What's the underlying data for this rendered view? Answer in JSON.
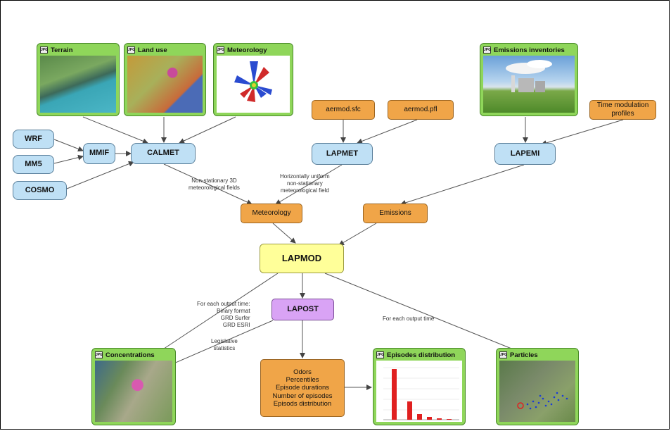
{
  "nodes": {
    "wrf": "WRF",
    "mm5": "MM5",
    "cosmo": "COSMO",
    "mmif": "MMIF",
    "calmet": "CALMET",
    "aermod_sfc": "aermod.sfc",
    "aermod_pfl": "aermod.pfl",
    "lapmet": "LAPMET",
    "time_modulation": "Time modulation profiles",
    "lapemi": "LAPEMI",
    "meteorology": "Meteorology",
    "emissions": "Emissions",
    "lapmod": "LAPMOD",
    "lapost": "LAPOST",
    "outputs": [
      "Odors",
      "Percentiles",
      "Episode durations",
      "Number of episodes",
      "Episods distribution"
    ]
  },
  "cards": {
    "terrain": "Terrain",
    "land_use": "Land use",
    "meteorology": "Meteorology",
    "emissions_inventories": "Emissions inventories",
    "concentrations": "Concentrations",
    "episodes_distribution": "Episodes distribution",
    "particles": "Particles",
    "tag": "JPG"
  },
  "edge_labels": {
    "nonstationary": [
      "Non-stationary 3D",
      "meteorological fields"
    ],
    "horizontal": [
      "Horizontally uniform",
      "non-stationary",
      "meteorological field"
    ],
    "each_output_formats": [
      "For each output time:",
      "Binary format",
      "GRD Surfer",
      "GRD ESRI"
    ],
    "legislative": [
      "Legislative",
      "statistics"
    ],
    "each_output": "For each output time"
  },
  "colors": {
    "model": "#bfe0f5",
    "file": "#f0a548",
    "core": "#ffff99",
    "post": "#d9a3f5",
    "image_card": "#8fd65a"
  }
}
